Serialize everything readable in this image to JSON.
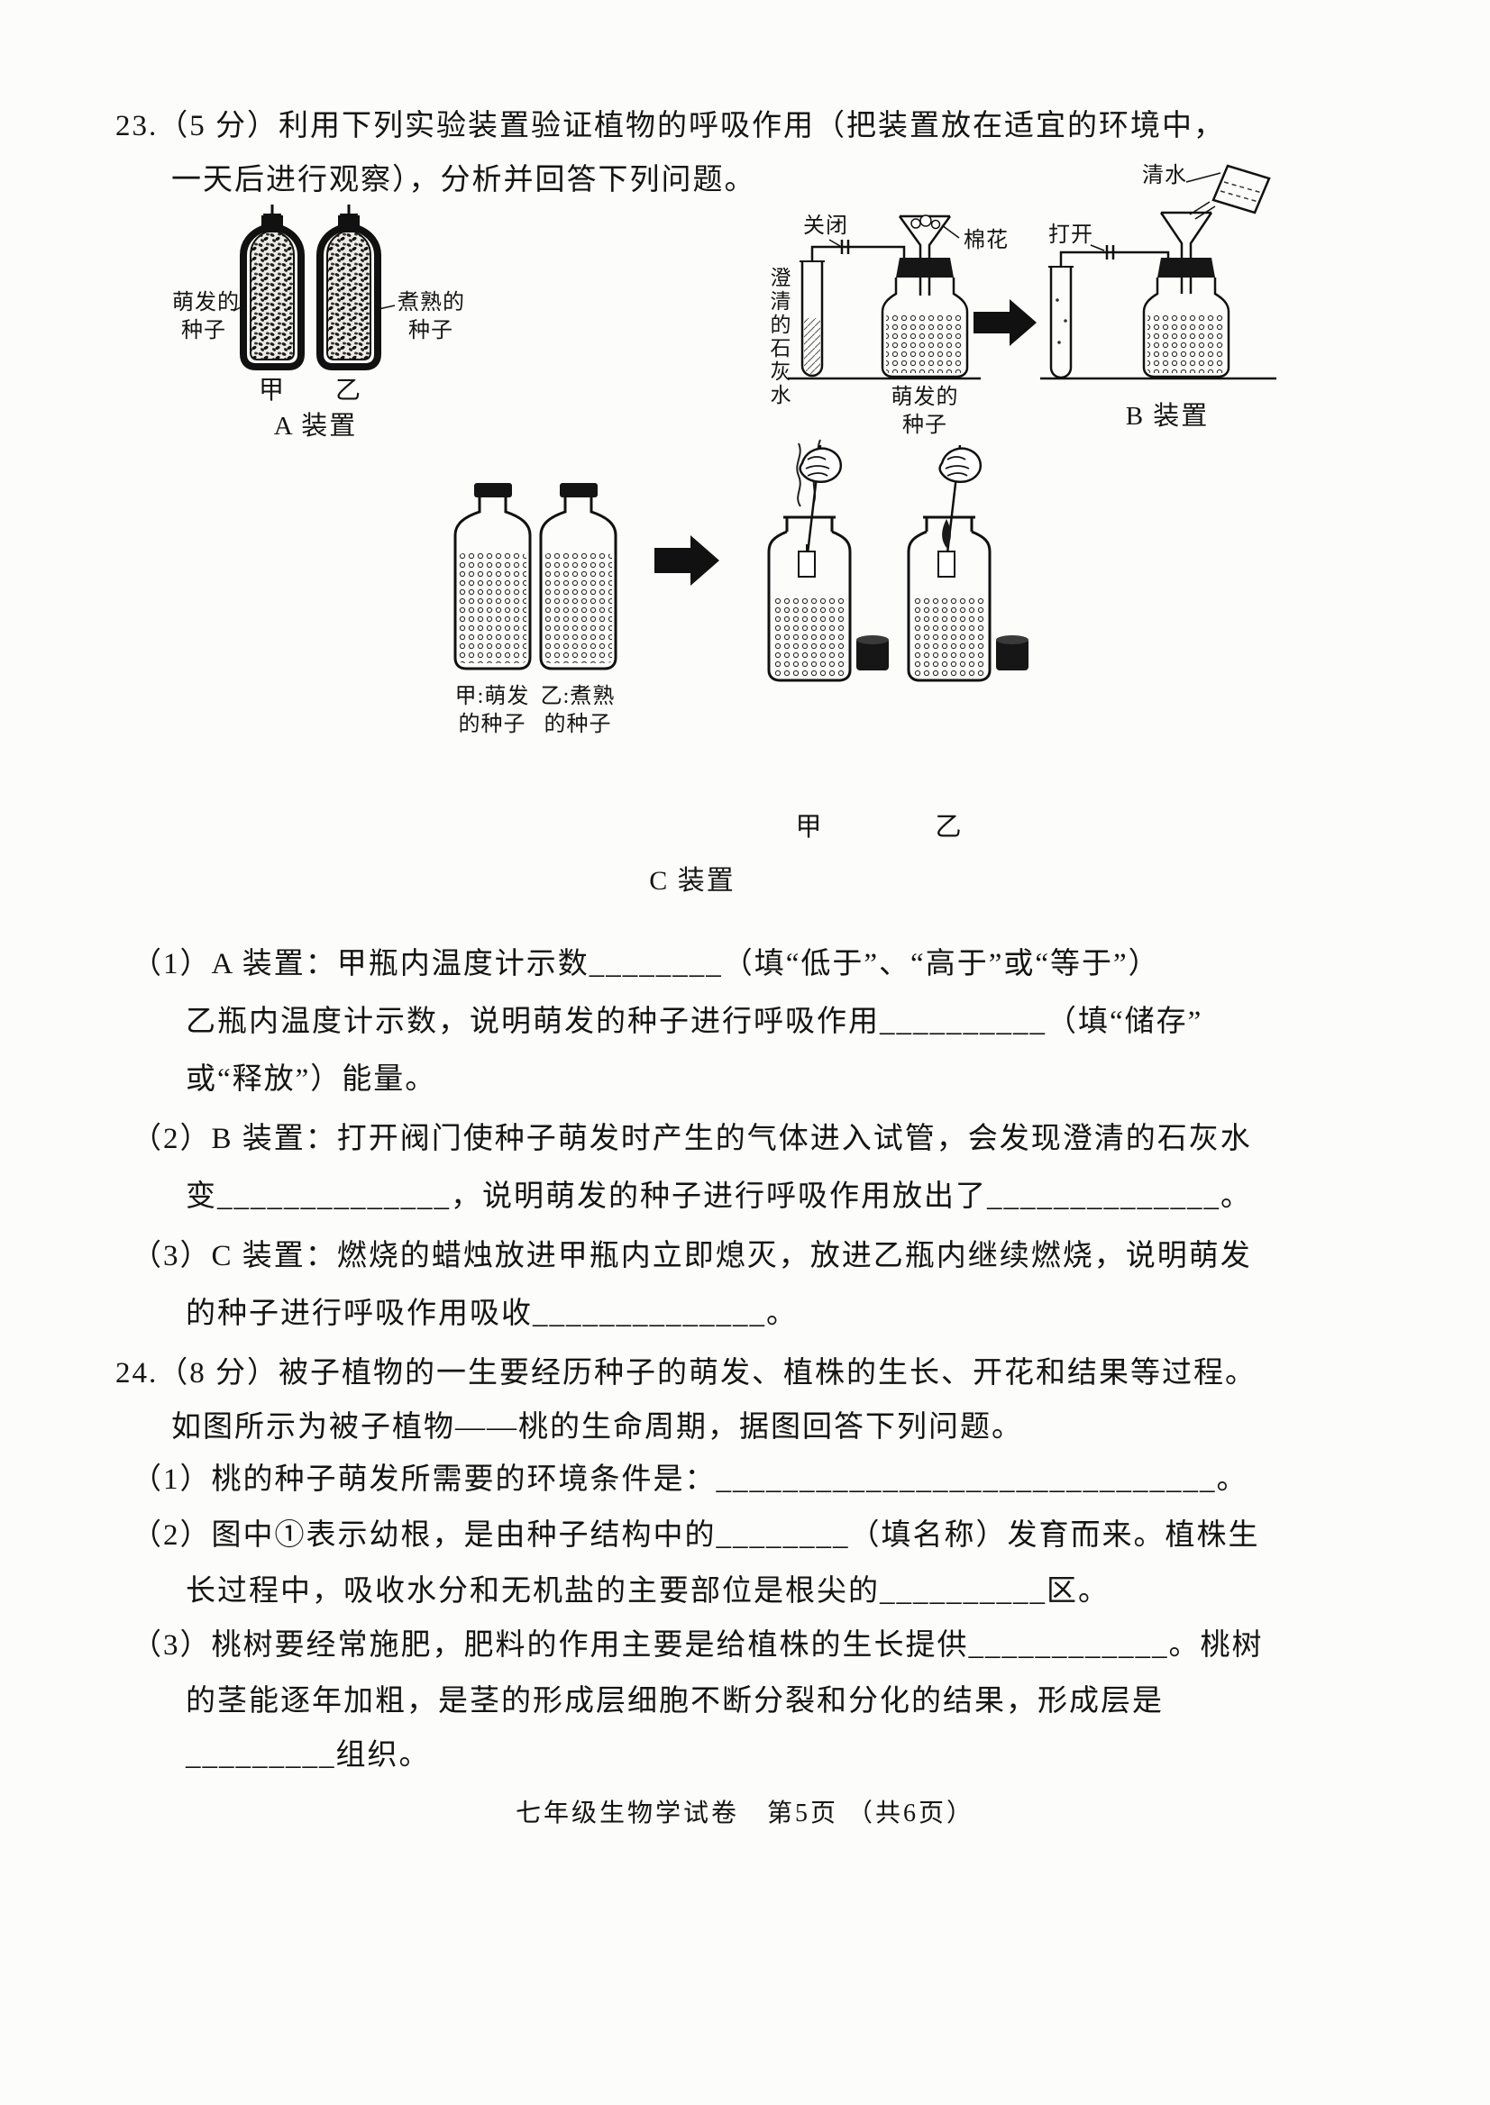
{
  "doc": {
    "footer": "七年级生物学试卷　第5页 （共6页）"
  },
  "q23": {
    "stem1": "23.（5 分）利用下列实验装置验证植物的呼吸作用（把装置放在适宜的环境中，",
    "stem2": "一天后进行观察），分析并回答下列问题。",
    "sub1_1": "（1）A 装置：甲瓶内温度计示数________（填“低于”、“高于”或“等于”）",
    "sub1_2": "乙瓶内温度计示数，说明萌发的种子进行呼吸作用__________（填“储存”",
    "sub1_3": "或“释放”）能量。",
    "sub2_1": "（2）B 装置：打开阀门使种子萌发时产生的气体进入试管，会发现澄清的石灰水",
    "sub2_2": "变______________，说明萌发的种子进行呼吸作用放出了______________。",
    "sub3_1": "（3）C 装置：燃烧的蜡烛放进甲瓶内立即熄灭，放进乙瓶内继续燃烧，说明萌发",
    "sub3_2": "的种子进行呼吸作用吸收______________。",
    "deviceA": {
      "label_left1": "萌发的",
      "label_left2": "种子",
      "label_right1": "煮熟的",
      "label_right2": "种子",
      "jia": "甲",
      "yi": "乙",
      "caption": "A 装置"
    },
    "deviceB": {
      "closed": "关闭",
      "cotton": "棉花",
      "open": "打开",
      "water": "清水",
      "limewater": "澄清的石灰水",
      "seeds1": "萌发的",
      "seeds2": "种子",
      "caption": "B 装置"
    },
    "deviceC": {
      "jia_label1": "甲:萌发",
      "jia_label2": "的种子",
      "yi_label1": "乙:煮熟",
      "yi_label2": "的种子",
      "jia": "甲",
      "yi": "乙",
      "caption": "C 装置"
    }
  },
  "q24": {
    "stem1": "24.（8 分）被子植物的一生要经历种子的萌发、植株的生长、开花和结果等过程。",
    "stem2": "如图所示为被子植物——桃的生命周期，据图回答下列问题。",
    "sub1": "（1）桃的种子萌发所需要的环境条件是：______________________________。",
    "sub2_1": "（2）图中①表示幼根，是由种子结构中的________（填名称）发育而来。植株生",
    "sub2_2": "长过程中，吸收水分和无机盐的主要部位是根尖的__________区。",
    "sub3_1": "（3）桃树要经常施肥，肥料的作用主要是给植株的生长提供____________。桃树",
    "sub3_2": "的茎能逐年加粗，是茎的形成层细胞不断分裂和分化的结果，形成层是",
    "sub3_3": "_________组织。"
  }
}
